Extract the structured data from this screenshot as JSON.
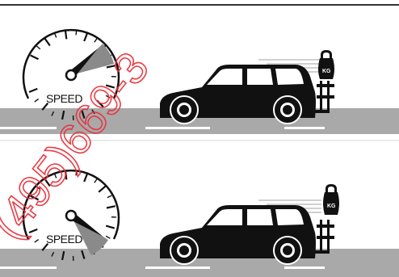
{
  "panels": [
    {
      "speed_label": "SPEED",
      "weight_label": "KG",
      "speed_level": 0.35
    },
    {
      "speed_label": "SPEED",
      "weight_label": "KG",
      "speed_level": 0.6
    }
  ],
  "watermark": {
    "text": "(495)669-3"
  },
  "colors": {
    "road": "#a9a9a9",
    "lane_marking": "#ffffff",
    "vehicle": "#111111",
    "needle_zone": "#8a8a8a",
    "watermark": "#e8333d"
  }
}
